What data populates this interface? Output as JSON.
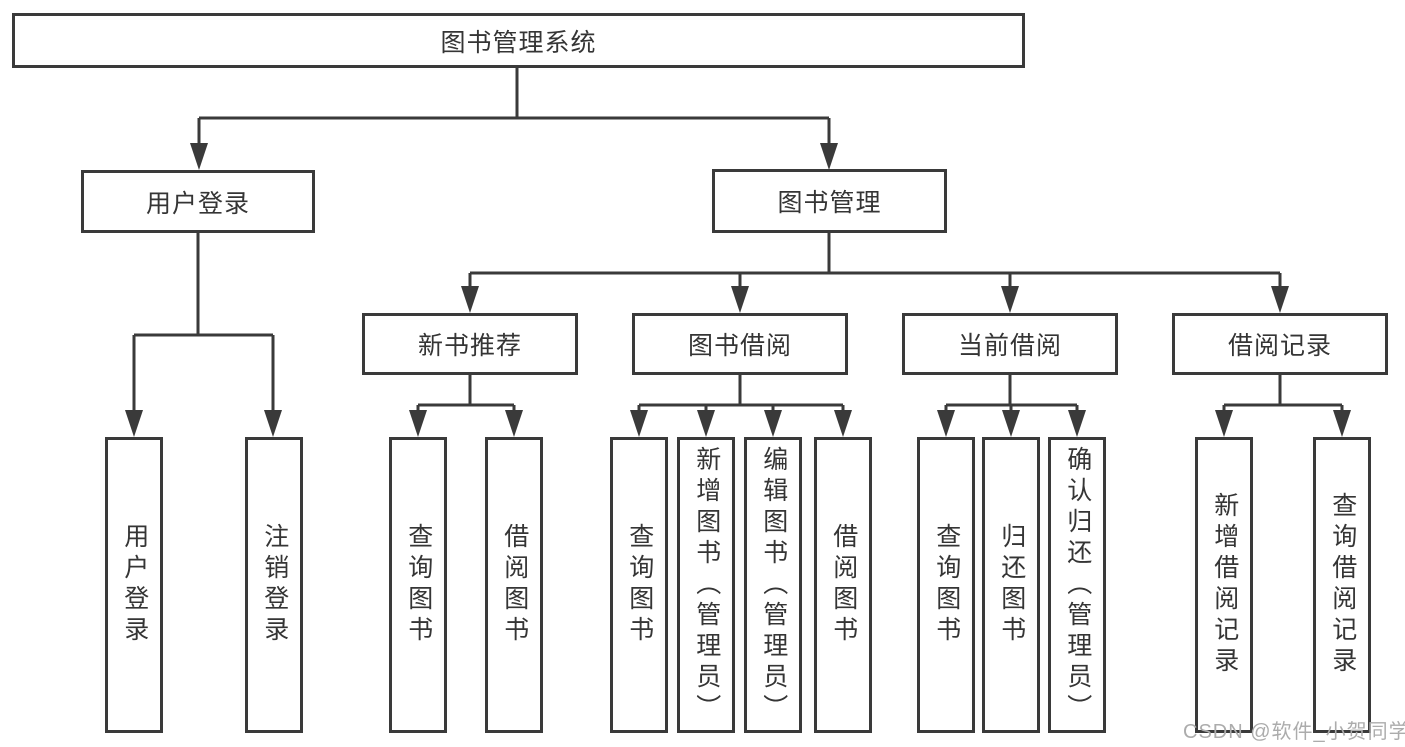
{
  "diagram": {
    "root": {
      "label": "图书管理系统"
    },
    "level2": [
      {
        "label": "用户登录",
        "leaves": [
          {
            "label": "用户登录"
          },
          {
            "label": "注销登录"
          }
        ]
      },
      {
        "label": "图书管理",
        "sections": [
          {
            "label": "新书推荐",
            "leaves": [
              {
                "label": "查询图书"
              },
              {
                "label": "借阅图书"
              }
            ]
          },
          {
            "label": "图书借阅",
            "leaves": [
              {
                "label": "查询图书"
              },
              {
                "label": "新增图书（管理员）"
              },
              {
                "label": "编辑图书（管理员）"
              },
              {
                "label": "借阅图书"
              }
            ]
          },
          {
            "label": "当前借阅",
            "leaves": [
              {
                "label": "查询图书"
              },
              {
                "label": "归还图书"
              },
              {
                "label": "确认归还（管理员）"
              }
            ]
          },
          {
            "label": "借阅记录",
            "leaves": [
              {
                "label": "新增借阅记录"
              },
              {
                "label": "查询借阅记录"
              }
            ]
          }
        ]
      }
    ],
    "colors": {
      "line": "#3a3a3a",
      "text": "#353535",
      "background": "#ffffff",
      "watermark": "#acacac"
    }
  },
  "watermark": {
    "text": "CSDN @软件_小贺同学"
  }
}
